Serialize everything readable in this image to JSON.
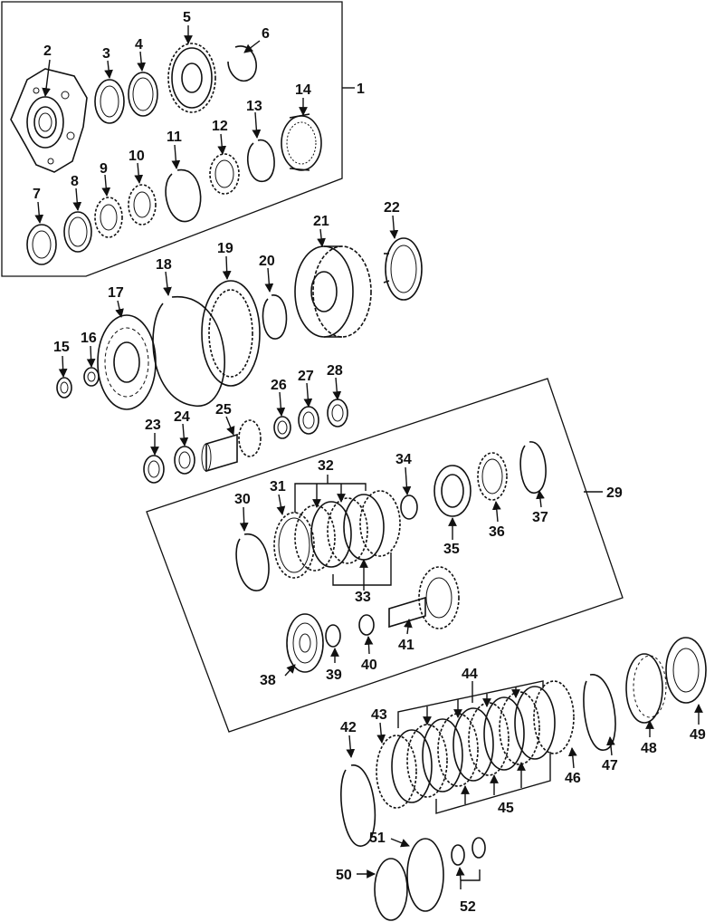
{
  "callouts": {
    "c1": "1",
    "c2": "2",
    "c3": "3",
    "c4": "4",
    "c5": "5",
    "c6": "6",
    "c7": "7",
    "c8": "8",
    "c9": "9",
    "c10": "10",
    "c11": "11",
    "c12": "12",
    "c13": "13",
    "c14": "14",
    "c15": "15",
    "c16": "16",
    "c17": "17",
    "c18": "18",
    "c19": "19",
    "c20": "20",
    "c21": "21",
    "c22": "22",
    "c23": "23",
    "c24": "24",
    "c25": "25",
    "c26": "26",
    "c27": "27",
    "c28": "28",
    "c29": "29",
    "c30": "30",
    "c31": "31",
    "c32": "32",
    "c33": "33",
    "c34": "34",
    "c35": "35",
    "c36": "36",
    "c37": "37",
    "c38": "38",
    "c39": "39",
    "c40": "40",
    "c41": "41",
    "c42": "42",
    "c43": "43",
    "c44": "44",
    "c45": "45",
    "c46": "46",
    "c47": "47",
    "c48": "48",
    "c49": "49",
    "c50": "50",
    "c51": "51",
    "c52": "52"
  },
  "colors": {
    "line": "#111111",
    "background": "#ffffff"
  }
}
